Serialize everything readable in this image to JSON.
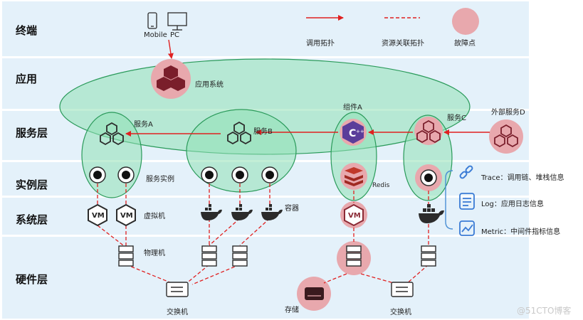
{
  "layers": [
    "终端",
    "应用",
    "服务层",
    "实例层",
    "系统层",
    "硬件层"
  ],
  "terminal": {
    "mobile": "Mobile",
    "pc": "PC"
  },
  "legend": {
    "call_topology": "调用拓扑",
    "resource_topology": "资源关联拓扑",
    "fault_point": "故障点"
  },
  "app": {
    "system": "应用系统"
  },
  "services": {
    "a": "服务A",
    "b": "服务B",
    "c": "服务C",
    "component_a": "组件A",
    "external_d": "外部服务D"
  },
  "instances": {
    "label": "服务实例",
    "redis": "Redis"
  },
  "system": {
    "vm_label": "虚拟机",
    "vm_badge": "VM",
    "container": "容器"
  },
  "hardware": {
    "physical": "物理机",
    "switch_left": "交换机",
    "switch_right": "交换机",
    "storage": "存储"
  },
  "observability": {
    "trace": "Trace：调用链、堆栈信息",
    "log": "Log：应用日志信息",
    "metric": "Metric：中间件指标信息"
  },
  "watermark": "@51CTO博客",
  "colors": {
    "call": "#e02020",
    "resource": "#e02020",
    "fault": "#e8a8ad",
    "group_fill": "#8fe0b4",
    "group_stroke": "#2a9a5a",
    "icon": "#2b2b2b"
  }
}
